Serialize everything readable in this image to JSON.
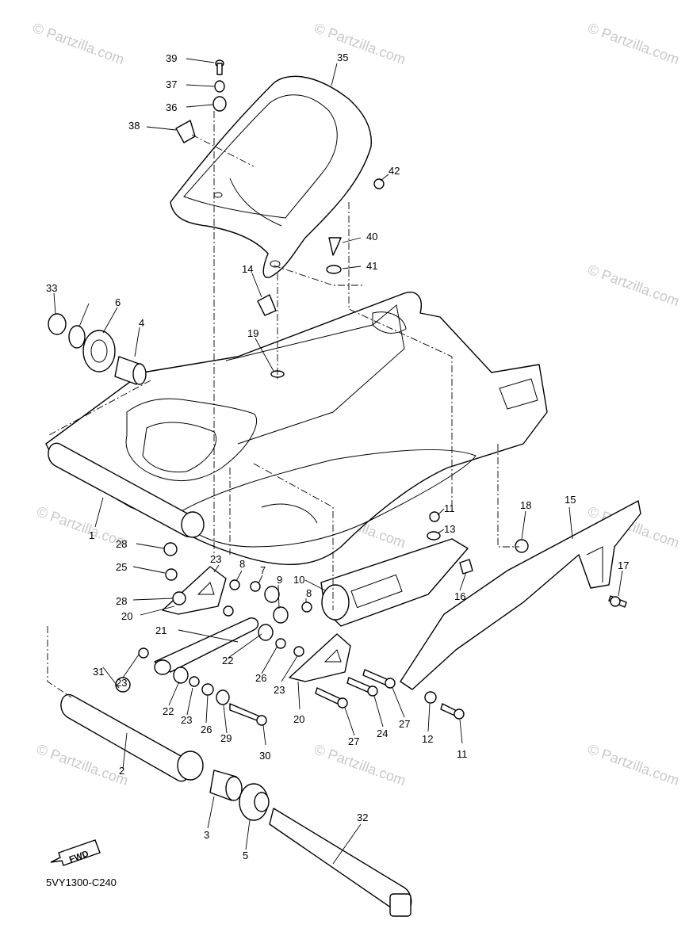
{
  "diagram_code": "5VY1300-C240",
  "fwd_label": "FWD",
  "watermark": "© Partzilla.com",
  "callouts": {
    "c1": "1",
    "c2": "2",
    "c3": "3",
    "c4": "4",
    "c5": "5",
    "c6": "6",
    "c7": "7",
    "c8a": "8",
    "c8b": "8",
    "c9": "9",
    "c10": "10",
    "c11a": "11",
    "c11b": "11",
    "c12": "12",
    "c13": "13",
    "c14": "14",
    "c15": "15",
    "c16": "16",
    "c17": "17",
    "c18": "18",
    "c19": "19",
    "c20a": "20",
    "c20b": "20",
    "c21": "21",
    "c22a": "22",
    "c22b": "22",
    "c23a": "23",
    "c23b": "23",
    "c23c": "23",
    "c23d": "23",
    "c24": "24",
    "c25": "25",
    "c26a": "26",
    "c26b": "26",
    "c27a": "27",
    "c27b": "27",
    "c28a": "28",
    "c28b": "28",
    "c29": "29",
    "c30": "30",
    "c31": "31",
    "c32": "32",
    "c33": "33",
    "c35": "35",
    "c36": "36",
    "c37": "37",
    "c38": "38",
    "c39": "39",
    "c40": "40",
    "c41": "41",
    "c42": "42"
  }
}
